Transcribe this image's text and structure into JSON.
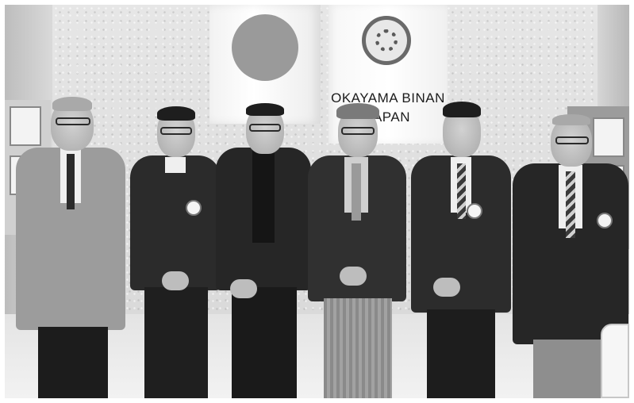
{
  "photo": {
    "banner": {
      "line1": "OKAYAMA BINAN",
      "line2": "JAPAN"
    },
    "emblem": "rotary-emblem-icon",
    "flag": "japan-flag-icon",
    "people_count": 6
  }
}
